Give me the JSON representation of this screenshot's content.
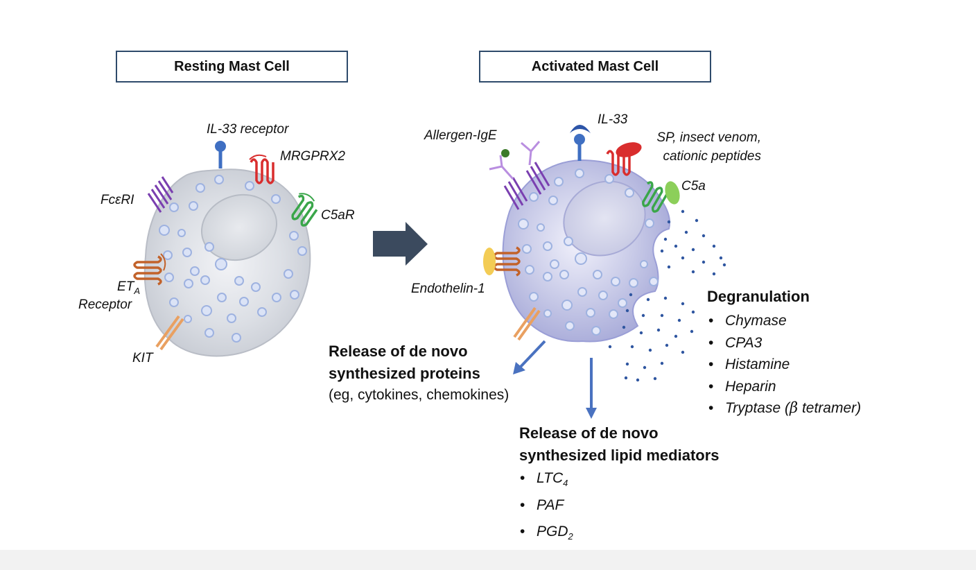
{
  "titles": {
    "resting": "Resting Mast Cell",
    "activated": "Activated Mast Cell"
  },
  "resting_labels": {
    "il33_receptor": "IL-33 receptor",
    "mrgprx2": "MRGPRX2",
    "fceri": "FcεRI",
    "c5ar": "C5aR",
    "eta_main": "ET",
    "eta_sub": "A",
    "eta_line2": "Receptor",
    "kit": "KIT"
  },
  "activated_labels": {
    "il33": "IL-33",
    "allergen_ige": "Allergen-IgE",
    "sp_line1": "SP, insect venom,",
    "sp_line2": "cationic peptides",
    "c5a": "C5a",
    "endothelin": "Endothelin-1"
  },
  "degranulation": {
    "title": "Degranulation",
    "items": [
      "Chymase",
      "CPA3",
      "Histamine",
      "Heparin"
    ],
    "tryptase_pre": "Tryptase (",
    "tryptase_greek": "β",
    "tryptase_post": " tetramer)"
  },
  "proteins": {
    "line1": "Release of de novo",
    "line2": "synthesized proteins",
    "line3": "(eg, cytokines, chemokines)"
  },
  "lipids": {
    "line1": "Release of de novo",
    "line2": "synthesized lipid mediators",
    "items": [
      {
        "main": "LTC",
        "sub": "4"
      },
      {
        "main": "PAF",
        "sub": ""
      },
      {
        "main": "PGD",
        "sub": "2"
      }
    ]
  },
  "colors": {
    "title_border": "#2e4a6b",
    "big_arrow": "#3b4a5e",
    "release_arrow": "#4a72c0",
    "fceri": "#7a3fb0",
    "mrgprx2": "#d92d2d",
    "c5ar": "#3aa64a",
    "eta": "#c2622a",
    "kit": "#e9a061",
    "il33_receptor": "#3f6fc2",
    "granule": "#9eb2e0",
    "dots": "#2f56a0"
  },
  "icons": [
    "right-arrow-icon",
    "down-arrow-icon",
    "granule-dots-icon"
  ]
}
